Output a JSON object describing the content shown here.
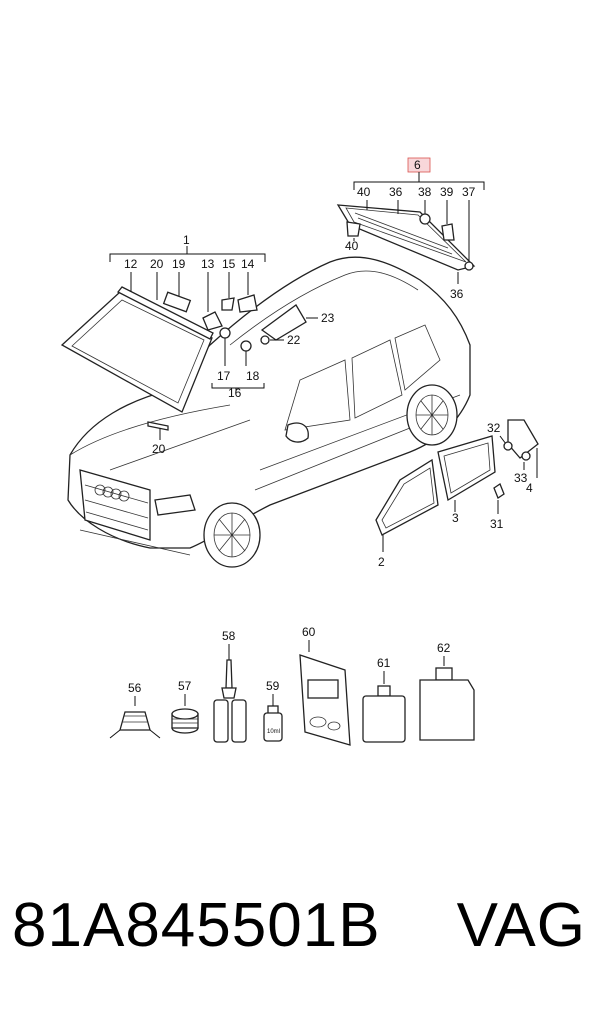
{
  "callouts": {
    "c1": "1",
    "c2": "2",
    "c3": "3",
    "c4": "4",
    "c6": "6",
    "c12": "12",
    "c13": "13",
    "c15": "15",
    "c14": "14",
    "c16": "16",
    "c17": "17",
    "c18": "18",
    "c19": "19",
    "c20a": "20",
    "c20b": "20",
    "c22": "22",
    "c23": "23",
    "c31": "31",
    "c32": "32",
    "c33": "33",
    "c36a": "36",
    "c36b": "36",
    "c37": "37",
    "c38": "38",
    "c39": "39",
    "c40a": "40",
    "c40b": "40",
    "c56": "56",
    "c57": "57",
    "c58": "58",
    "c59": "59",
    "c60": "60",
    "c61": "61",
    "c62": "62"
  },
  "consumables": {
    "bottle_label": "10ml"
  },
  "footer": {
    "part_number": "81A845501B",
    "brand": "VAG"
  },
  "colors": {
    "highlight_box": "#f8d7da",
    "highlight_border": "#d9534f",
    "ink": "#111111"
  }
}
